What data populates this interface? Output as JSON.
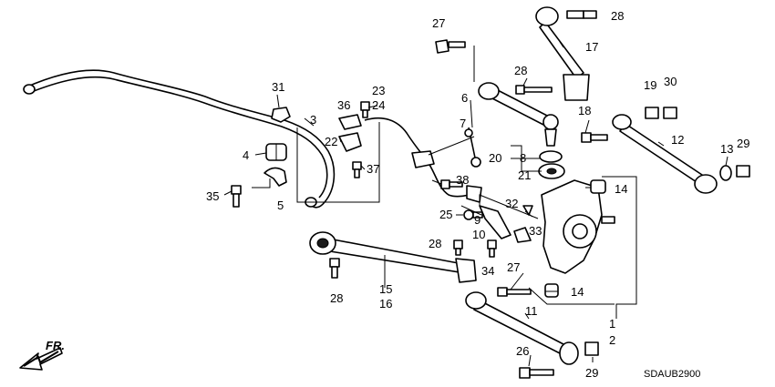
{
  "diagram": {
    "code": "SDAUB2900",
    "direction_label": "FR.",
    "callouts": {
      "c1": "1",
      "c2": "2",
      "c3": "3",
      "c4": "4",
      "c5": "5",
      "c6": "6",
      "c7": "7",
      "c8": "8",
      "c9": "9",
      "c10": "10",
      "c11": "11",
      "c12": "12",
      "c13": "13",
      "c14a": "14",
      "c14b": "14",
      "c15": "15",
      "c16": "16",
      "c17": "17",
      "c18": "18",
      "c19": "19",
      "c20": "20",
      "c21": "21",
      "c22": "22",
      "c23": "23",
      "c24": "24",
      "c25": "25",
      "c26": "26",
      "c27a": "27",
      "c27b": "27",
      "c28a": "28",
      "c28b": "28",
      "c28c": "28",
      "c28d": "28",
      "c29a": "29",
      "c29b": "29",
      "c30": "30",
      "c31": "31",
      "c32": "32",
      "c33": "33",
      "c34": "34",
      "c35": "35",
      "c36": "36",
      "c37": "37",
      "c38": "38"
    }
  }
}
